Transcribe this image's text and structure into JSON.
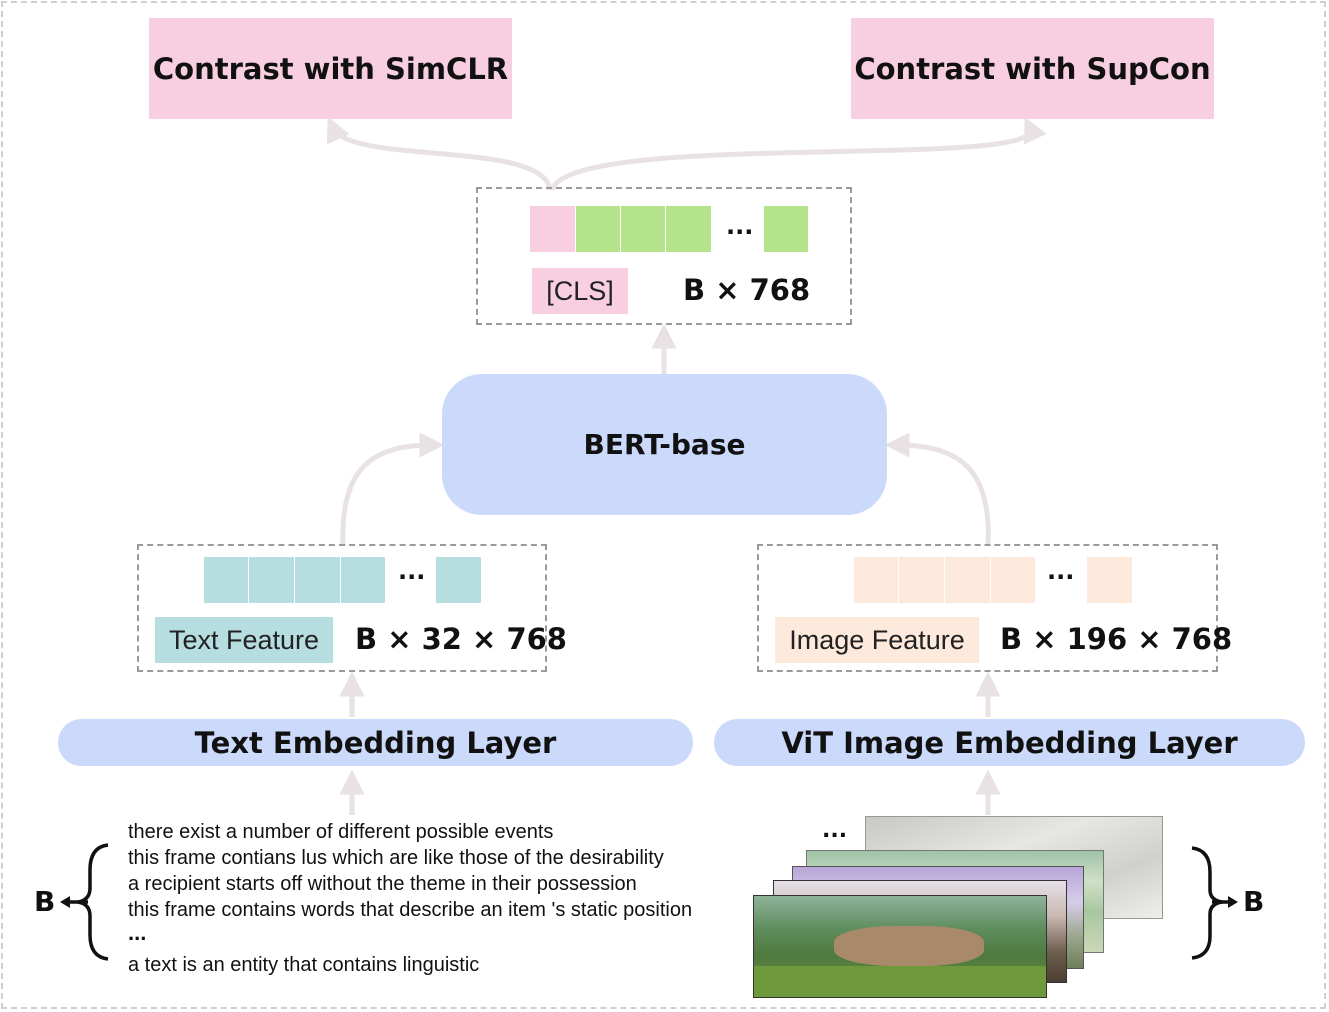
{
  "top": {
    "simclr": "Contrast with SimCLR",
    "supcon": "Contrast with SupCon"
  },
  "cls_block": {
    "ellipsis": "...",
    "cls_label": "[CLS]",
    "dim": "B  × 768"
  },
  "bert": {
    "label": "BERT-base"
  },
  "text_feature": {
    "ellipsis": "...",
    "label": "Text Feature",
    "dim": "B × 32 × 768"
  },
  "image_feature": {
    "ellipsis": "...",
    "label": "Image Feature",
    "dim": "B × 196 × 768"
  },
  "embeddings": {
    "text": "Text Embedding Layer",
    "image": "ViT Image Embedding Layer"
  },
  "text_inputs": {
    "lines": [
      "there exist a number of different possible events",
      "this frame contians lus which are like those of the desirability",
      "a recipient starts off without the theme in their possession",
      "this frame contains words that describe an item 's static position"
    ],
    "ellipsis": "...",
    "last": "a text is an entity that contains linguistic"
  },
  "image_inputs": {
    "ellipsis": "..."
  },
  "batch": {
    "left": "B",
    "right": "B"
  },
  "colors": {
    "pink": "#f8cfe0",
    "green": "#b5e38c",
    "teal": "#b6dde0",
    "peach": "#fdeadc",
    "blue": "#cbd9fb",
    "arrow": "#e9e2e5"
  }
}
